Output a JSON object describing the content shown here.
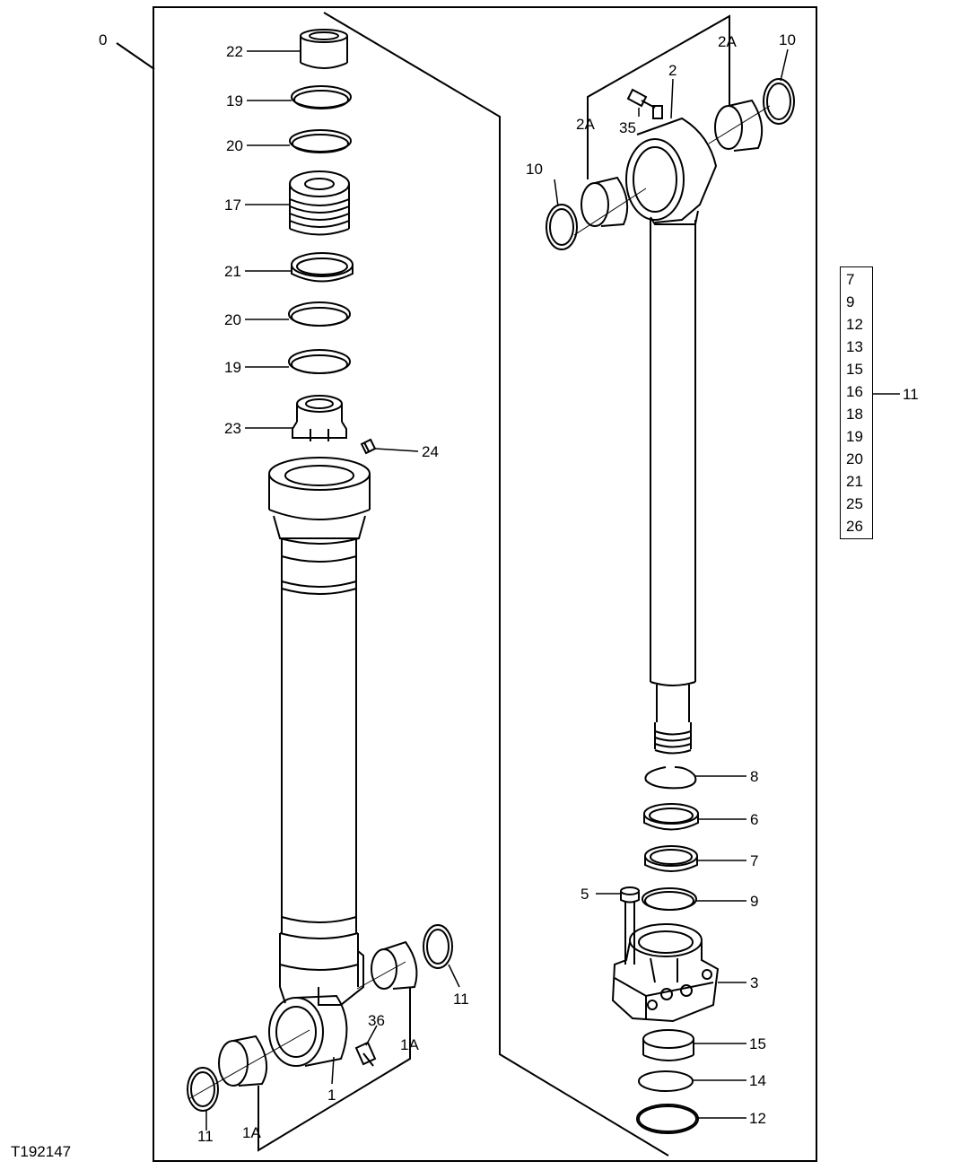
{
  "figure_id": "T192147",
  "assembly_label": "0",
  "kit": {
    "label": "11",
    "items": [
      "7",
      "9",
      "12",
      "13",
      "15",
      "16",
      "18",
      "19",
      "20",
      "21",
      "25",
      "26"
    ]
  },
  "callouts": {
    "c22": "22",
    "c19a": "19",
    "c20a": "20",
    "c17": "17",
    "c21": "21",
    "c20b": "20",
    "c19b": "19",
    "c23": "23",
    "c24": "24",
    "c36": "36",
    "c1": "1",
    "c1a_r": "1A",
    "c1a_b": "1A",
    "c11_r": "11",
    "c11_l": "11",
    "c2": "2",
    "c2a_l": "2A",
    "c2a_r": "2A",
    "c35": "35",
    "c10_l": "10",
    "c10_r": "10",
    "c8": "8",
    "c6": "6",
    "c7": "7",
    "c5": "5",
    "c9": "9",
    "c3": "3",
    "c15": "15",
    "c14": "14",
    "c12": "12"
  }
}
